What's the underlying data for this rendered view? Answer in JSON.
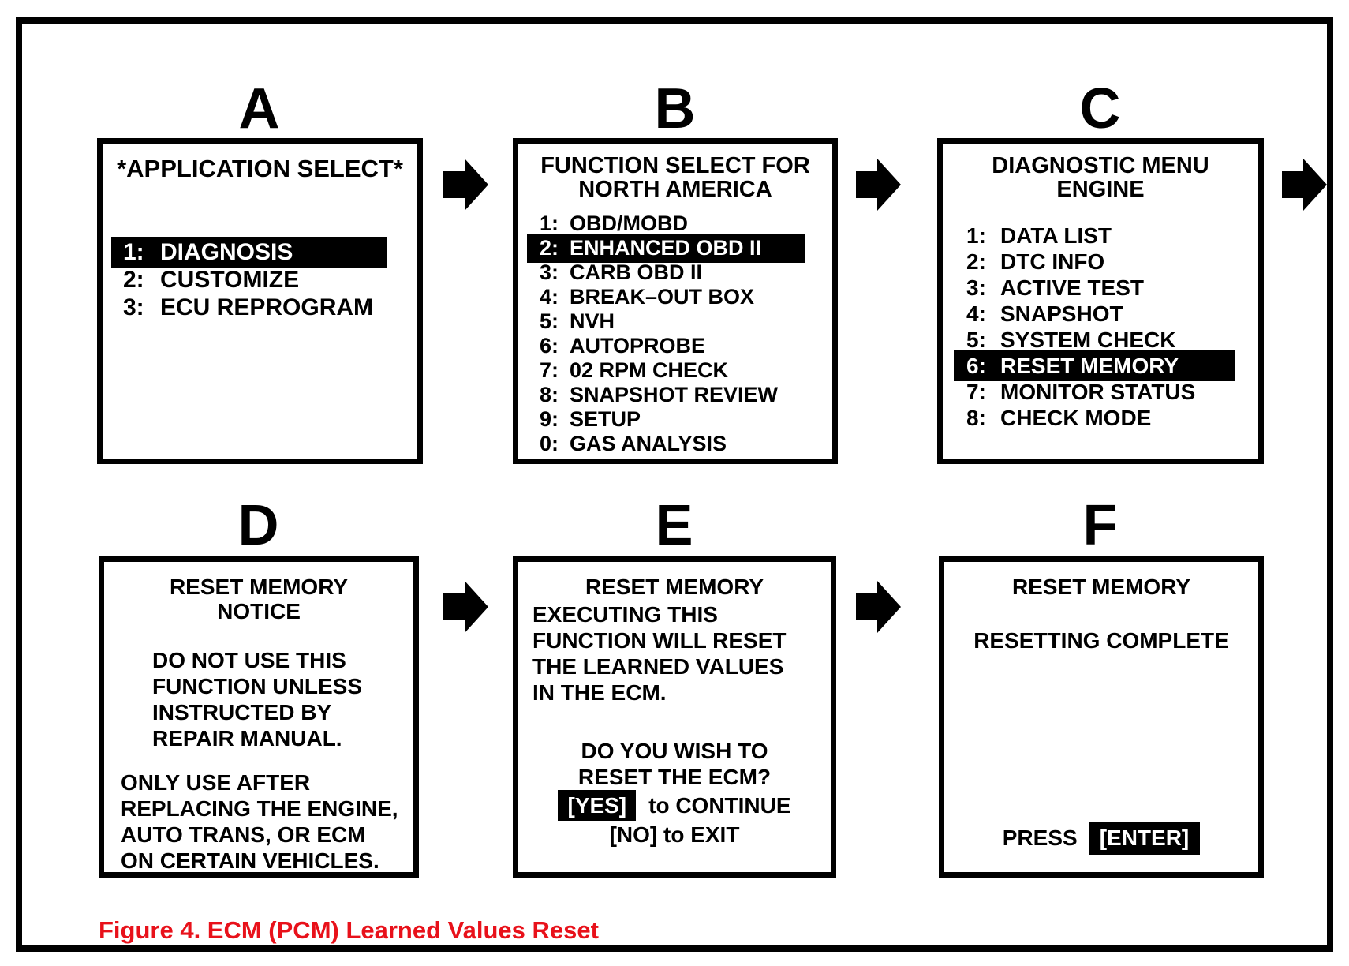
{
  "figure": {
    "caption": "Figure 4. ECM (PCM) Learned Values Reset",
    "caption_color": "#e8111a",
    "line_color": "#000000",
    "background_color": "#ffffff"
  },
  "screens": {
    "a": {
      "letter": "A",
      "title": "*APPLICATION SELECT*",
      "items": [
        {
          "num": "1:",
          "label": "DIAGNOSIS",
          "selected": true
        },
        {
          "num": "2:",
          "label": "CUSTOMIZE",
          "selected": false
        },
        {
          "num": "3:",
          "label": "ECU REPROGRAM",
          "selected": false
        }
      ]
    },
    "b": {
      "letter": "B",
      "title_line1": "FUNCTION SELECT FOR",
      "title_line2": "NORTH AMERICA",
      "items": [
        {
          "num": "1:",
          "label": "OBD/MOBD",
          "selected": false
        },
        {
          "num": "2:",
          "label": "ENHANCED OBD II",
          "selected": true
        },
        {
          "num": "3:",
          "label": "CARB OBD II",
          "selected": false
        },
        {
          "num": "4:",
          "label": "BREAK–OUT BOX",
          "selected": false
        },
        {
          "num": "5:",
          "label": "NVH",
          "selected": false
        },
        {
          "num": "6:",
          "label": "AUTOPROBE",
          "selected": false
        },
        {
          "num": "7:",
          "label": "02 RPM CHECK",
          "selected": false
        },
        {
          "num": "8:",
          "label": "SNAPSHOT REVIEW",
          "selected": false
        },
        {
          "num": "9:",
          "label": "SETUP",
          "selected": false
        },
        {
          "num": "0:",
          "label": "GAS ANALYSIS",
          "selected": false
        }
      ]
    },
    "c": {
      "letter": "C",
      "title_line1": "DIAGNOSTIC MENU",
      "title_line2": "ENGINE",
      "items": [
        {
          "num": "1:",
          "label": "DATA LIST",
          "selected": false
        },
        {
          "num": "2:",
          "label": "DTC INFO",
          "selected": false
        },
        {
          "num": "3:",
          "label": "ACTIVE TEST",
          "selected": false
        },
        {
          "num": "4:",
          "label": "SNAPSHOT",
          "selected": false
        },
        {
          "num": "5:",
          "label": "SYSTEM CHECK",
          "selected": false
        },
        {
          "num": "6:",
          "label": "RESET MEMORY",
          "selected": true
        },
        {
          "num": "7:",
          "label": "MONITOR STATUS",
          "selected": false
        },
        {
          "num": "8:",
          "label": "CHECK MODE",
          "selected": false
        }
      ]
    },
    "d": {
      "letter": "D",
      "title_line1": "RESET MEMORY",
      "title_line2": "NOTICE",
      "warning_lines": [
        "DO NOT USE THIS",
        "FUNCTION UNLESS",
        "INSTRUCTED BY",
        "REPAIR MANUAL."
      ],
      "usage_lines": [
        "ONLY USE AFTER",
        "REPLACING THE ENGINE,",
        "AUTO TRANS, OR ECM",
        "ON CERTAIN VEHICLES."
      ]
    },
    "e": {
      "letter": "E",
      "title": "RESET MEMORY",
      "body_lines": [
        "EXECUTING THIS",
        "FUNCTION WILL RESET",
        "THE LEARNED VALUES",
        "IN THE ECM."
      ],
      "question_line1": "DO YOU WISH TO",
      "question_line2": "RESET THE ECM?",
      "yes_key": "[YES]",
      "yes_action": "to CONTINUE",
      "no_line": "[NO] to EXIT"
    },
    "f": {
      "letter": "F",
      "title": "RESET MEMORY",
      "status": "RESETTING COMPLETE",
      "press_label": "PRESS",
      "enter_key": "[ENTER]"
    }
  }
}
